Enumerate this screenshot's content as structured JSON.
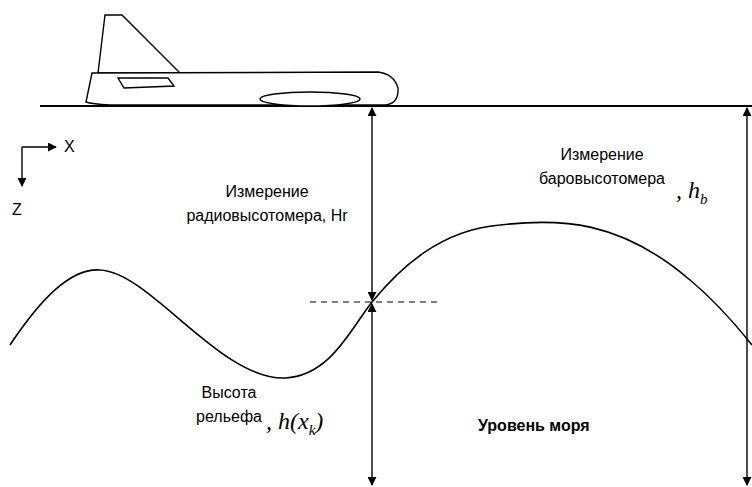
{
  "diagram": {
    "labels": [
      "X",
      "Z",
      "Измерение радиовысотомера, Hr",
      "Измерение баровысотомера",
      ", h",
      "b",
      "Высота рельефа",
      ", h(x",
      "k",
      ")",
      "Уровень моря"
    ]
  }
}
